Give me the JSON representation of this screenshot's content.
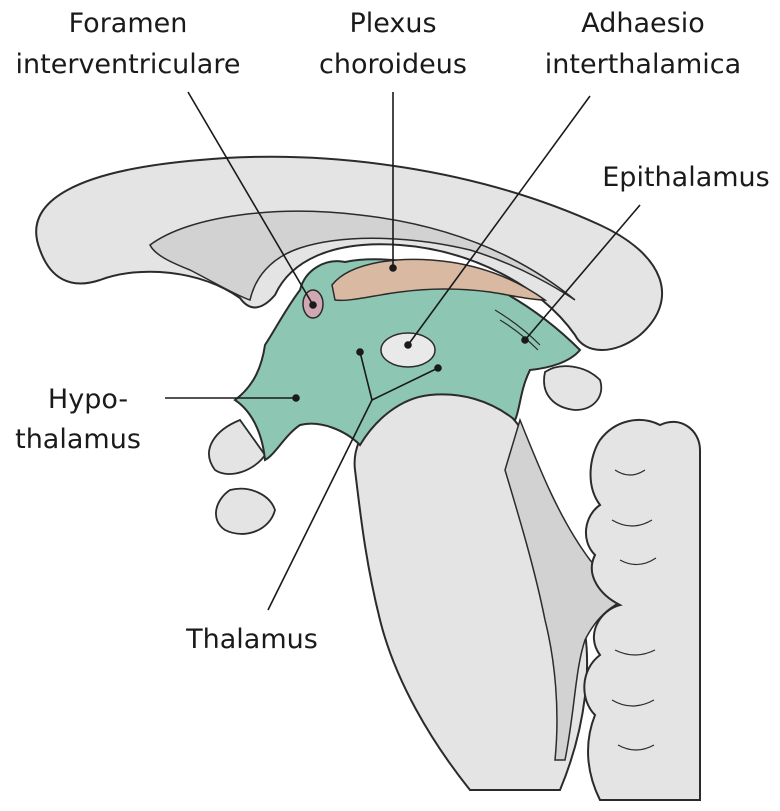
{
  "labels": {
    "foramen": [
      "Foramen",
      "interventriculare"
    ],
    "plexus": [
      "Plexus",
      "choroideus"
    ],
    "adhaesio": [
      "Adhaesio",
      "interthalamica"
    ],
    "epithalamus": [
      "Epithalamus"
    ],
    "hypothalamus": [
      "Hypo-",
      "thalamus"
    ],
    "thalamus": [
      "Thalamus"
    ]
  },
  "colors": {
    "outline": "#2b2b2b",
    "brain_fill": "#e4e4e4",
    "ventricle_fill": "#d2d2d2",
    "diencephalon_green": "#8dc7b4",
    "plexus_tan": "#d9b9a2",
    "foramen_pink": "#cfa8b4",
    "leader_line": "#1a1a1a"
  }
}
